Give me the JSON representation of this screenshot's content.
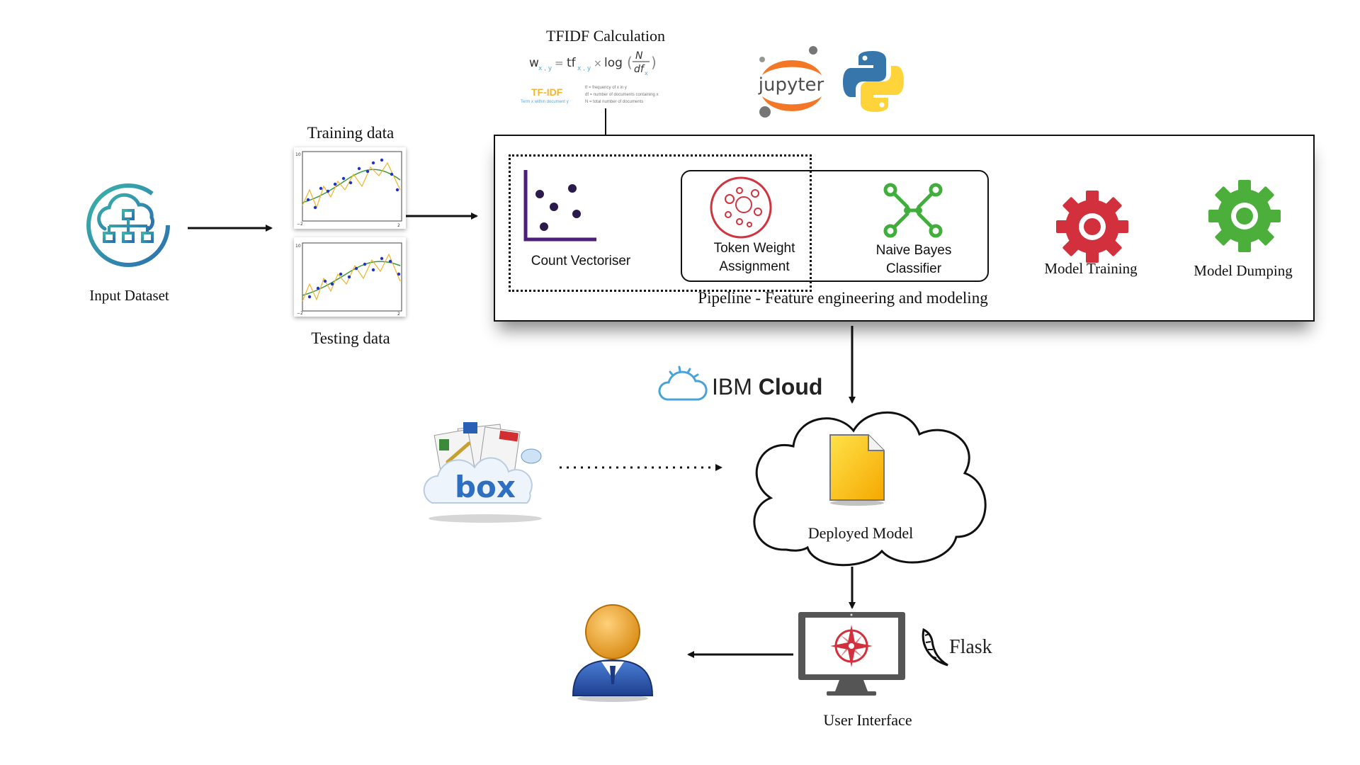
{
  "input": {
    "label": "Input Dataset"
  },
  "data": {
    "training_label": "Training data",
    "testing_label": "Testing data"
  },
  "tfidf": {
    "title": "TFIDF Calculation",
    "formula_main": "w",
    "brand": "TF-IDF",
    "brand_sub": "Term x within document y",
    "def1": "tf = frequency of x in y",
    "def2": "df = number of documents containing x",
    "def3": "N = total number of documents"
  },
  "logos": {
    "jupyter": "jupyter",
    "ibm_prefix": "IBM",
    "ibm_bold": "Cloud",
    "flask": "Flask",
    "box": "box"
  },
  "pipeline": {
    "caption": "Pipeline - Feature engineering and modeling",
    "count_vectoriser": "Count Vectoriser",
    "token_weight_line1": "Token Weight",
    "token_weight_line2": "Assignment",
    "naive_bayes_line1": "Naive Bayes",
    "naive_bayes_line2": "Classifier",
    "model_training": "Model Training",
    "model_dumping": "Model Dumping"
  },
  "deploy": {
    "label": "Deployed Model"
  },
  "ui": {
    "label": "User Interface"
  },
  "colors": {
    "teal": "#2a9db0",
    "red_gear": "#d2303c",
    "green_gear": "#4caf3c",
    "purple": "#4b1f7a",
    "green_graph": "#3fae3a",
    "red_icon": "#d0343e"
  }
}
